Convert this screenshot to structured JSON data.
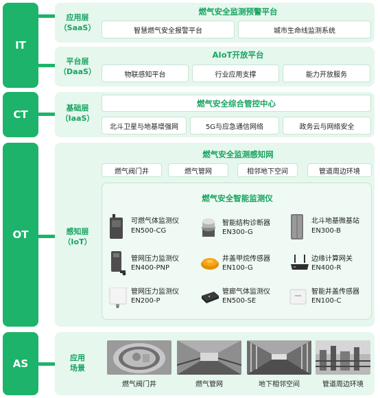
{
  "it": {
    "label": "IT",
    "saas": {
      "layer_name": "应用层",
      "layer_code": "（SaaS）",
      "title": "燃气安全监测预警平台",
      "items": [
        "智慧燃气安全报警平台",
        "城市生命线监测系统"
      ]
    },
    "daas": {
      "layer_name": "平台层",
      "layer_code": "（DaaS）",
      "title": "AIoT开放平台",
      "items": [
        "物联感知平台",
        "行业应用支撑",
        "能力开放服务"
      ]
    }
  },
  "ct": {
    "label": "CT",
    "layer_name": "基础层",
    "layer_code": "（IaaS）",
    "title": "燃气安全综合管控中心",
    "items": [
      "北斗卫星与地基增强网",
      "5G与应急通信网络",
      "政务云与网络安全"
    ]
  },
  "ot": {
    "label": "OT",
    "layer_name": "感知层",
    "layer_code": "（IoT）",
    "network_title": "燃气安全监测感知网",
    "network_items": [
      "燃气阀门井",
      "燃气管网",
      "相邻地下空间",
      "管道周边环境"
    ],
    "devices_title": "燃气安全智能监测仪",
    "devices": [
      {
        "name": "可燃气体监测仪",
        "model": "EN500-CG"
      },
      {
        "name": "智能结构诊断器",
        "model": "EN300-G"
      },
      {
        "name": "北斗地基微基站",
        "model": "EN300-B"
      },
      {
        "name": "管网压力监测仪",
        "model": "EN400-PNP"
      },
      {
        "name": "井盖甲烷传感器",
        "model": "EN100-G"
      },
      {
        "name": "边缘计算网关",
        "model": "EN400-R"
      },
      {
        "name": "管网压力监测仪",
        "model": "EN200-P"
      },
      {
        "name": "管廊气体监测仪",
        "model": "EN500-SE"
      },
      {
        "name": "智能井盖传感器",
        "model": "EN100-C"
      }
    ]
  },
  "as": {
    "label": "AS",
    "layer_name_1": "应用",
    "layer_name_2": "场景",
    "scenes": [
      "燃气阀门井",
      "燃气管网",
      "地下相邻空间",
      "管道周边环境"
    ]
  },
  "colors": {
    "accent": "#1db36a",
    "title_green": "#17a35f",
    "panel_bg": "#e6f7ee"
  }
}
